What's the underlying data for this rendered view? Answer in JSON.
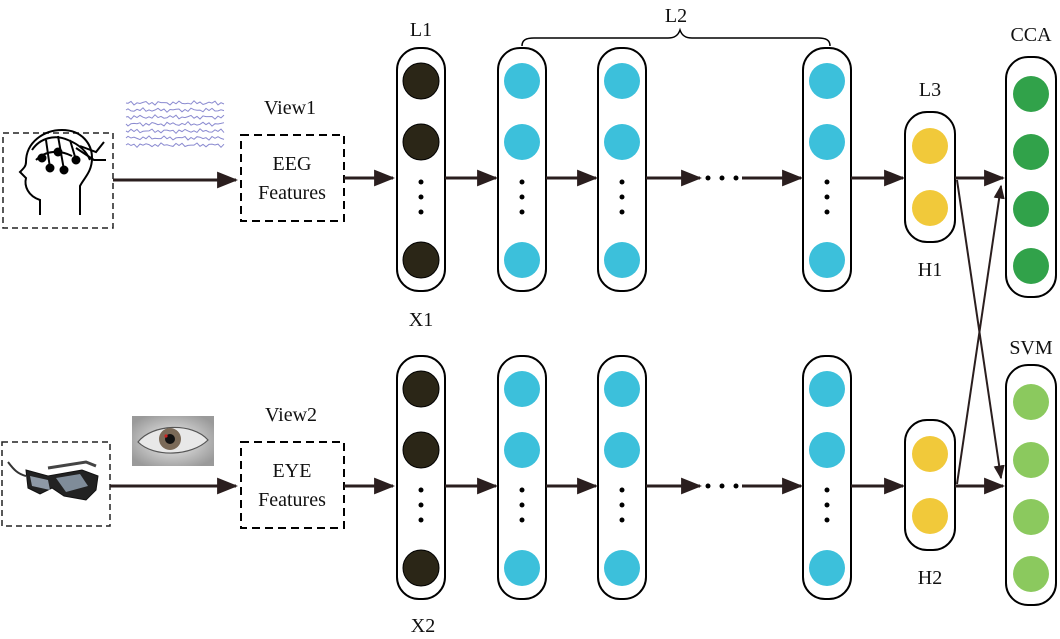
{
  "labels": {
    "layer1": "L1",
    "layer2": "L2",
    "layer3": "L3",
    "x1": "X1",
    "x2": "X2",
    "h1": "H1",
    "h2": "H2",
    "view1": "View1",
    "view2": "View2",
    "cca": "CCA",
    "svm": "SVM"
  },
  "boxes": {
    "eeg_line1": "EEG",
    "eeg_line2": "Features",
    "eye_line1": "EYE",
    "eye_line2": "Features"
  },
  "icons": {
    "eeg_head": "head-with-electrodes-icon",
    "eeg_signal": "eeg-signal-waves-icon",
    "glasses": "eye-tracking-glasses-icon",
    "eye": "eye-photo-icon"
  },
  "colors": {
    "input_node": "#2b2617",
    "hidden_node": "#3cc0db",
    "shared_node": "#f1c93a",
    "cca_node": "#31a24a",
    "svm_node": "#8bc95e",
    "eeg_wave": "#8a8ad0",
    "arrow": "#2a1e1e"
  }
}
